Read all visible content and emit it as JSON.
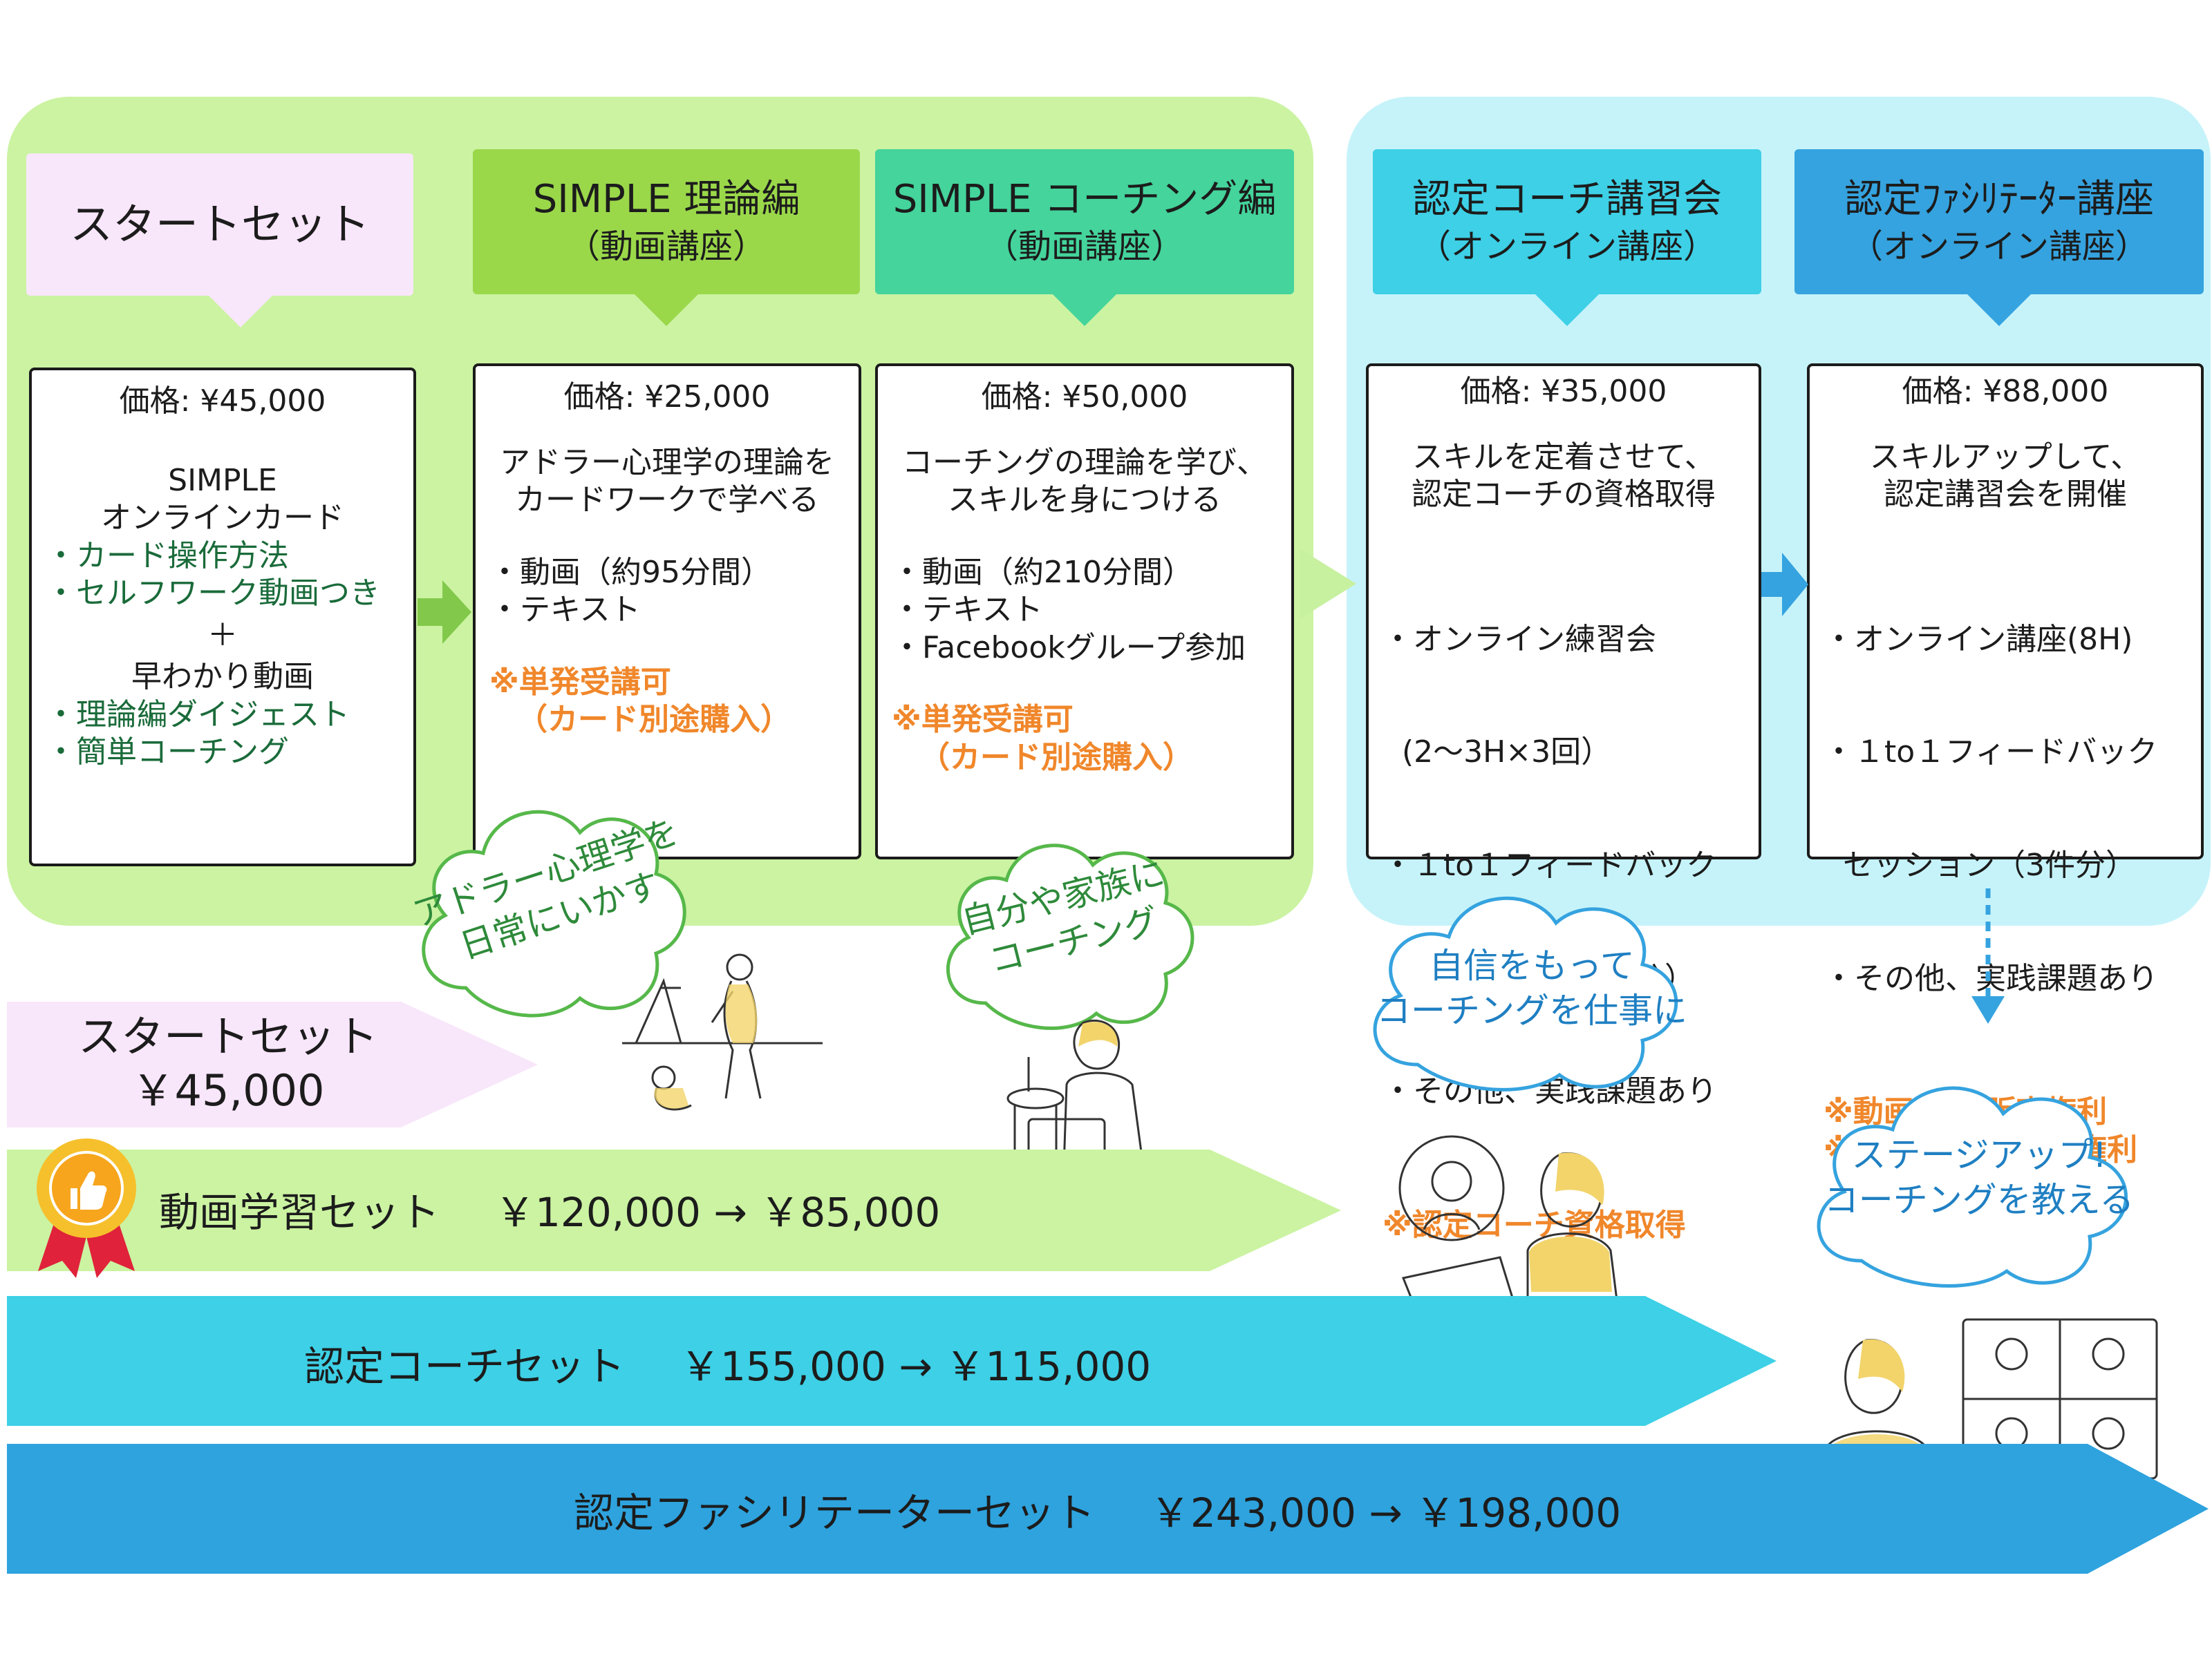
{
  "courses": {
    "start": {
      "title": "スタートセット",
      "price": "価格: ¥45,000",
      "line1": "SIMPLE",
      "line2": "オンラインカード",
      "list1": [
        "・カード操作方法",
        "・セルフワーク動画つき"
      ],
      "plus": "＋",
      "line3": "早わかり動画",
      "list2": [
        "・理論編ダイジェスト",
        "・簡単コーチング"
      ]
    },
    "theory": {
      "title": "SIMPLE 理論編",
      "subtitle": "（動画講座）",
      "price": "価格: ¥25,000",
      "desc": [
        "アドラー心理学の理論を",
        "カードワークで学べる"
      ],
      "items": [
        "・動画（約95分間）",
        "・テキスト"
      ],
      "note": [
        "※単発受講可",
        "（カード別途購入）"
      ]
    },
    "coaching": {
      "title": "SIMPLE コーチング編",
      "subtitle": "（動画講座）",
      "price": "価格: ¥50,000",
      "desc": [
        "コーチングの理論を学び、",
        "スキルを身につける"
      ],
      "items": [
        "・動画（約210分間）",
        "・テキスト",
        "・Facebookグループ参加"
      ],
      "note": [
        "※単発受講可",
        "（カード別途購入）"
      ]
    },
    "cert_coach": {
      "title": "認定コーチ講習会",
      "subtitle": "（オンライン講座）",
      "price": "価格: ¥35,000",
      "desc": [
        "スキルを定着させて、",
        "認定コーチの資格取得"
      ],
      "items": [
        "・オンライン練習会",
        "  (2〜3H×3回）",
        "・１to１フィードバック",
        "  セッション（1件分）",
        "・その他、実践課題あり"
      ],
      "note": [
        "※認定コーチ資格取得"
      ]
    },
    "facilitator": {
      "title": "認定ﾌｧｼﾘﾃｰﾀｰ講座",
      "subtitle": "（オンライン講座）",
      "price": "価格: ¥88,000",
      "desc": [
        "スキルアップして、",
        "認定講習会を開催"
      ],
      "items": [
        "・オンライン講座(8H)",
        "・１to１フィードバック",
        "  セッション（3件分）",
        "・その他、実践課題あり"
      ],
      "note": [
        "※動画講座 販売権利",
        "※認定講習会 開催権利"
      ]
    }
  },
  "clouds": {
    "adler": [
      "アドラー心理学を",
      "日常にいかす"
    ],
    "family": [
      "自分や家族に",
      "コーチング"
    ],
    "confidence": [
      "自信をもって",
      "コーチングを仕事に"
    ],
    "stageup": [
      "ステージアップ!",
      "コーチングを教える"
    ]
  },
  "bundles": {
    "start": {
      "name": "スタートセット",
      "price": "￥45,000"
    },
    "video": {
      "name": "動画学習セット",
      "price": "￥120,000 → ￥85,000"
    },
    "coach": {
      "name": "認定コーチセット",
      "price": "￥155,000 → ￥115,000"
    },
    "facilitator": {
      "name": "認定ファシリテーターセット",
      "price": "￥243,000 → ￥198,000"
    }
  },
  "colors": {
    "green_region": "#cbf3a2",
    "blue_region": "#c6f3fa",
    "start_head": "#f8e6fa",
    "theory_head": "#9ad84a",
    "coaching_head": "#44d49c",
    "cert_head": "#3dd0e6",
    "facilitator_head": "#35a3df",
    "note_orange": "#f0872b",
    "list_green": "#1a6b3a"
  }
}
